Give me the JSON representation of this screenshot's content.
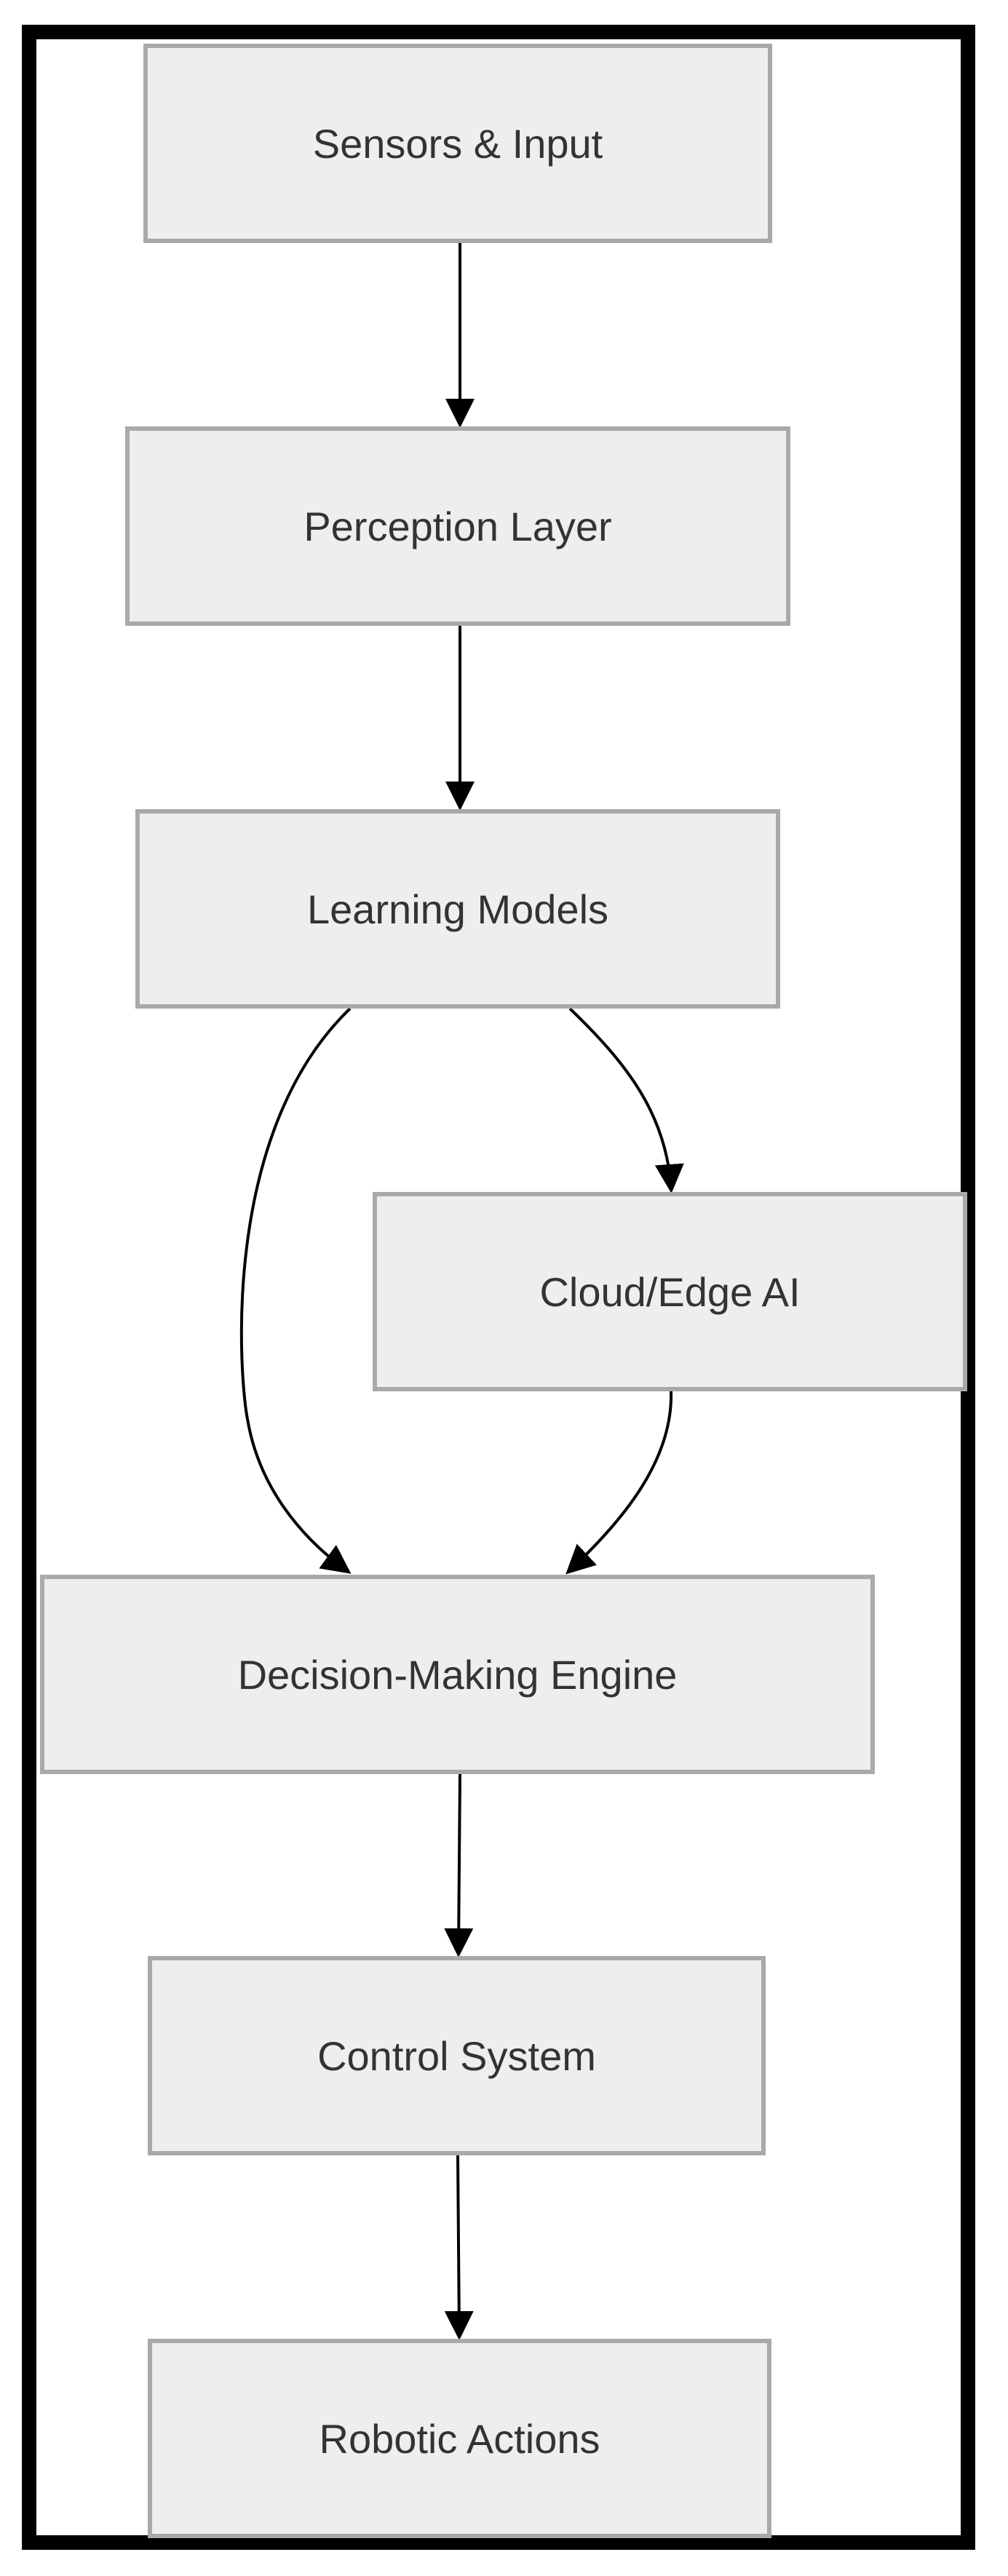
{
  "diagram": {
    "nodes": {
      "sensors": "Sensors & Input",
      "perception": "Perception Layer",
      "learning": "Learning Models",
      "cloud": "Cloud/Edge AI",
      "decision": "Decision-Making Engine",
      "control": "Control System",
      "robotic": "Robotic Actions"
    },
    "edges": [
      [
        "Sensors & Input",
        "Perception Layer"
      ],
      [
        "Perception Layer",
        "Learning Models"
      ],
      [
        "Learning Models",
        "Decision-Making Engine"
      ],
      [
        "Learning Models",
        "Cloud/Edge AI"
      ],
      [
        "Cloud/Edge AI",
        "Decision-Making Engine"
      ],
      [
        "Decision-Making Engine",
        "Control System"
      ],
      [
        "Control System",
        "Robotic Actions"
      ]
    ]
  }
}
